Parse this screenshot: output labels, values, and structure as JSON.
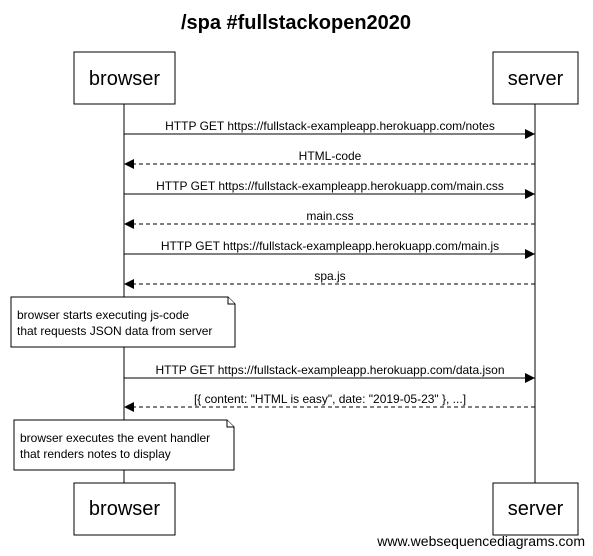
{
  "diagram": {
    "title": "/spa #fullstackopen2020",
    "participants": {
      "browser": "browser",
      "server": "server"
    },
    "messages": [
      {
        "from": "browser",
        "to": "server",
        "style": "solid",
        "label": "HTTP GET https://fullstack-exampleapp.herokuapp.com/notes"
      },
      {
        "from": "server",
        "to": "browser",
        "style": "dashed",
        "label": "HTML-code"
      },
      {
        "from": "browser",
        "to": "server",
        "style": "solid",
        "label": "HTTP GET https://fullstack-exampleapp.herokuapp.com/main.css"
      },
      {
        "from": "server",
        "to": "browser",
        "style": "dashed",
        "label": "main.css"
      },
      {
        "from": "browser",
        "to": "server",
        "style": "solid",
        "label": "HTTP GET https://fullstack-exampleapp.herokuapp.com/main.js"
      },
      {
        "from": "server",
        "to": "browser",
        "style": "dashed",
        "label": "spa.js"
      },
      {
        "from": "browser",
        "to": "server",
        "style": "solid",
        "label": "HTTP GET https://fullstack-exampleapp.herokuapp.com/data.json"
      },
      {
        "from": "server",
        "to": "browser",
        "style": "dashed",
        "label": "[{ content: \"HTML is easy\", date: \"2019-05-23\" }, ...]"
      }
    ],
    "notes": [
      {
        "lines": [
          "browser starts executing js-code",
          "that requests JSON data from server"
        ]
      },
      {
        "lines": [
          "browser executes the event handler",
          "that renders notes to display"
        ]
      }
    ],
    "footer": "www.websequencediagrams.com"
  }
}
